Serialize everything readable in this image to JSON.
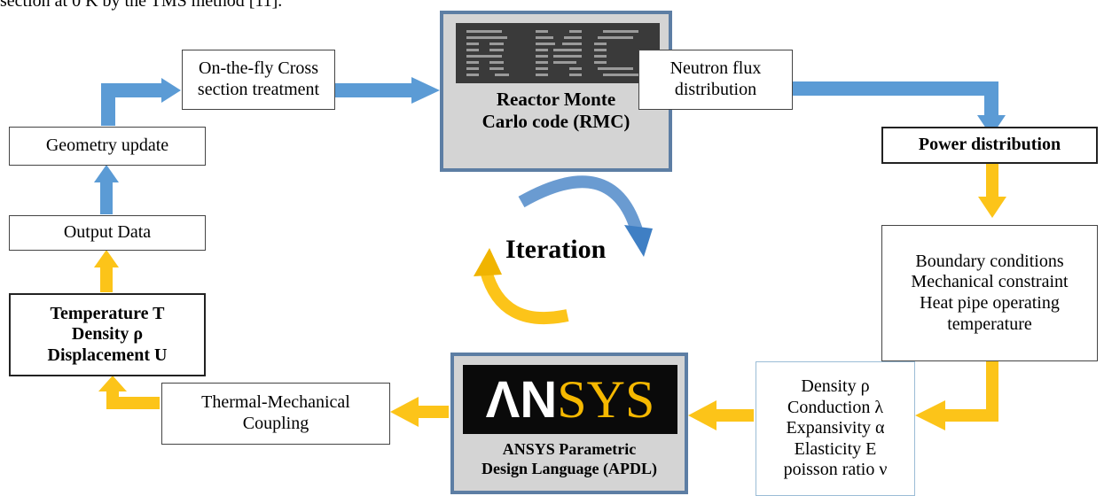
{
  "header_fragment": "section at 0 K by the TMS method [11].",
  "nodes": {
    "geometry_update": "Geometry update",
    "on_the_fly": [
      "On-the-fly Cross",
      "section treatment"
    ],
    "rmc": [
      "Reactor Monte",
      "Carlo code (RMC)"
    ],
    "neutron_flux": [
      "Neutron flux",
      "distribution"
    ],
    "power_distribution": "Power distribution",
    "boundary": [
      "Boundary conditions",
      "Mechanical constraint",
      "Heat pipe operating",
      "temperature"
    ],
    "properties": [
      "Density ρ",
      "Conduction λ",
      "Expansivity α",
      "Elasticity E",
      "poisson ratio ν"
    ],
    "ansys_logo": "ANSYS",
    "apdl": [
      "ANSYS Parametric",
      "Design Language (APDL)"
    ],
    "thermal_mech": [
      "Thermal-Mechanical",
      "Coupling"
    ],
    "results": [
      "Temperature T",
      "Density ρ",
      "Displacement U"
    ],
    "output_data": "Output Data",
    "iteration": "Iteration"
  },
  "colors": {
    "blue_arrow": "#5b9bd5",
    "yellow_arrow": "#fcc419",
    "panel_border": "#5d7ea4",
    "panel_fill": "#d4d4d4"
  }
}
